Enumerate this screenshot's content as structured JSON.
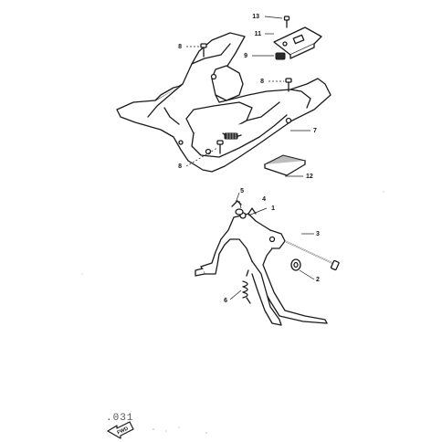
{
  "diagram": {
    "page_ref": ".031",
    "direction_label": "FWD",
    "callouts": [
      "13",
      "11",
      "8",
      "9",
      "8",
      "7",
      "8",
      "12",
      "5",
      "4",
      "1",
      "3",
      "2",
      "6"
    ]
  }
}
